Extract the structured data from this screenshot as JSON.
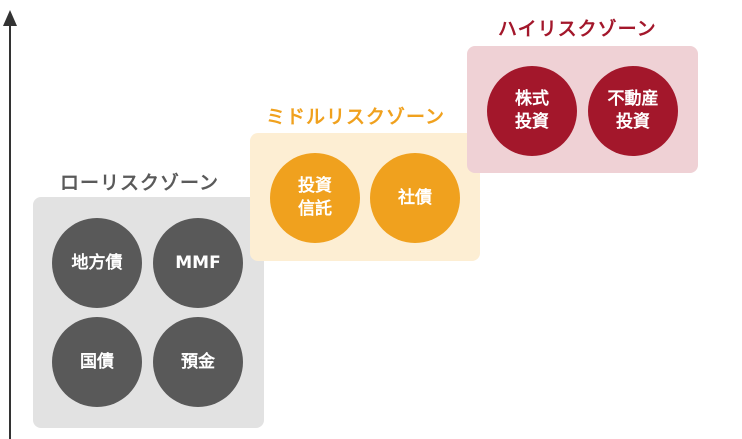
{
  "zones": {
    "low": {
      "title": "ローリスクゾーン",
      "items": [
        "地方債",
        "MMF",
        "国債",
        "預金"
      ]
    },
    "middle": {
      "title": "ミドルリスクゾーン",
      "items": [
        "投資\n信託",
        "社債"
      ]
    },
    "high": {
      "title": "ハイリスクゾーン",
      "items": [
        "株式\n投資",
        "不動産\n投資"
      ]
    }
  },
  "colors": {
    "low_circle": "#595959",
    "low_box": "#e2e2e2",
    "middle_circle": "#f0a11e",
    "middle_box": "#fdeed3",
    "high_circle": "#a3172b",
    "high_box": "#efd1d5",
    "axis": "#333333"
  }
}
